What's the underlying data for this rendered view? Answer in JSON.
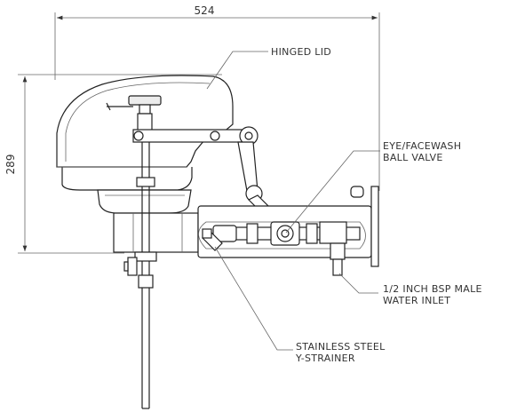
{
  "dimensions": {
    "width_label": "524",
    "height_label": "289"
  },
  "callouts": {
    "hinged_lid": "HINGED LID",
    "ball_valve_line1": "EYE/FACEWASH",
    "ball_valve_line2": "BALL VALVE",
    "inlet_line1": "1/2 INCH BSP MALE",
    "inlet_line2": "WATER INLET",
    "strainer_line1": "STAINLESS STEEL",
    "strainer_line2": "Y-STRAINER"
  }
}
